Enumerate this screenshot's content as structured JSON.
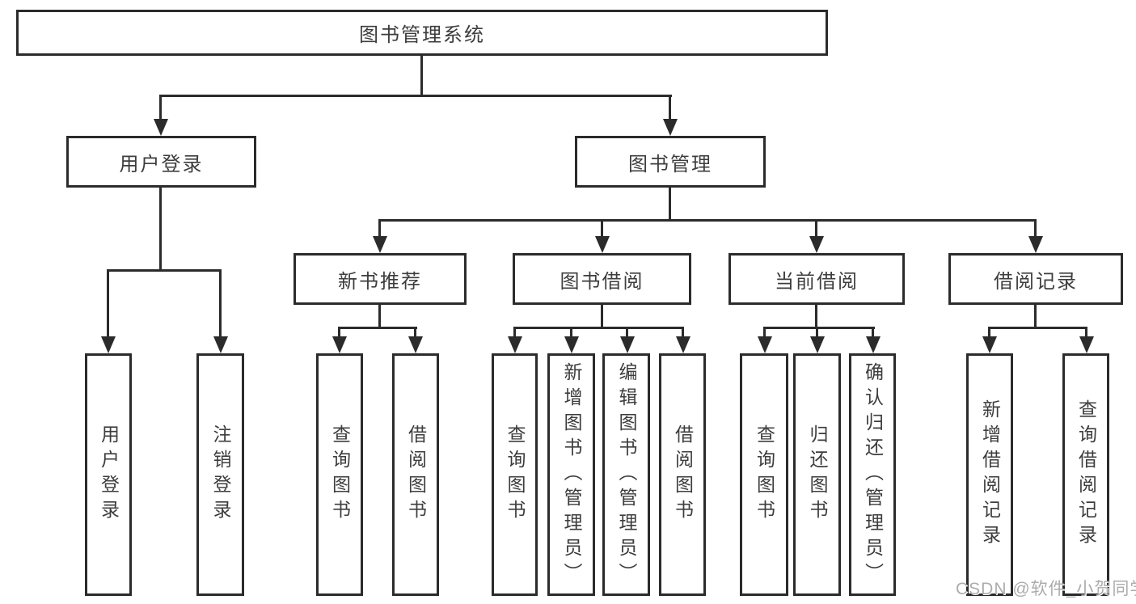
{
  "tree": {
    "label": "图书管理系统",
    "children": [
      {
        "label": "用户登录",
        "children": [
          {
            "label": "用户登录"
          },
          {
            "label": "注销登录"
          }
        ]
      },
      {
        "label": "图书管理",
        "children": [
          {
            "label": "新书推荐",
            "children": [
              {
                "label": "查询图书"
              },
              {
                "label": "借阅图书"
              }
            ]
          },
          {
            "label": "图书借阅",
            "children": [
              {
                "label": "查询图书"
              },
              {
                "label": "新增图书（管理员）"
              },
              {
                "label": "编辑图书（管理员）"
              },
              {
                "label": "借阅图书"
              }
            ]
          },
          {
            "label": "当前借阅",
            "children": [
              {
                "label": "查询图书"
              },
              {
                "label": "归还图书"
              },
              {
                "label": "确认归还（管理员）"
              }
            ]
          },
          {
            "label": "借阅记录",
            "children": [
              {
                "label": "新增借阅记录"
              },
              {
                "label": "查询借阅记录"
              }
            ]
          }
        ]
      }
    ]
  },
  "watermark": {
    "text": "CSDN @软件_小贺同学"
  },
  "colors": {
    "line": "#2b2b2b",
    "text": "#3d3d3d",
    "watermark": "#acacac",
    "background": "#ffffff"
  }
}
